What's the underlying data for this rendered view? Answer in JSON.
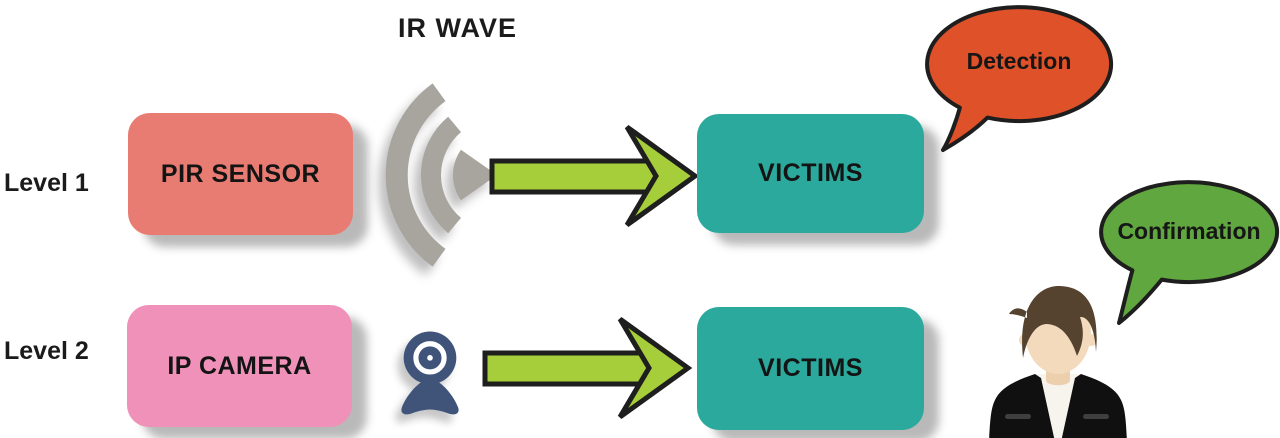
{
  "diagram": {
    "title": "IR WAVE",
    "levels": [
      {
        "label": "Level 1",
        "source": "PIR SENSOR",
        "signal_icon": "ir-wave-icon",
        "target": "VICTIMS",
        "outcome": "Detection"
      },
      {
        "label": "Level 2",
        "source": "IP CAMERA",
        "signal_icon": "webcam-icon",
        "target": "VICTIMS",
        "outcome": "Confirmation"
      }
    ],
    "colors": {
      "pir_sensor_box": "#e87c72",
      "ip_camera_box": "#ef91b9",
      "victims_box": "#2ba99c",
      "flow_arrow": "#a6cd3a",
      "detection_bubble": "#df5129",
      "confirmation_bubble": "#5fa73e",
      "ir_wave_icon": "#a8a49e",
      "webcam_icon": "#40547a",
      "outline": "#1e1e1e"
    }
  }
}
